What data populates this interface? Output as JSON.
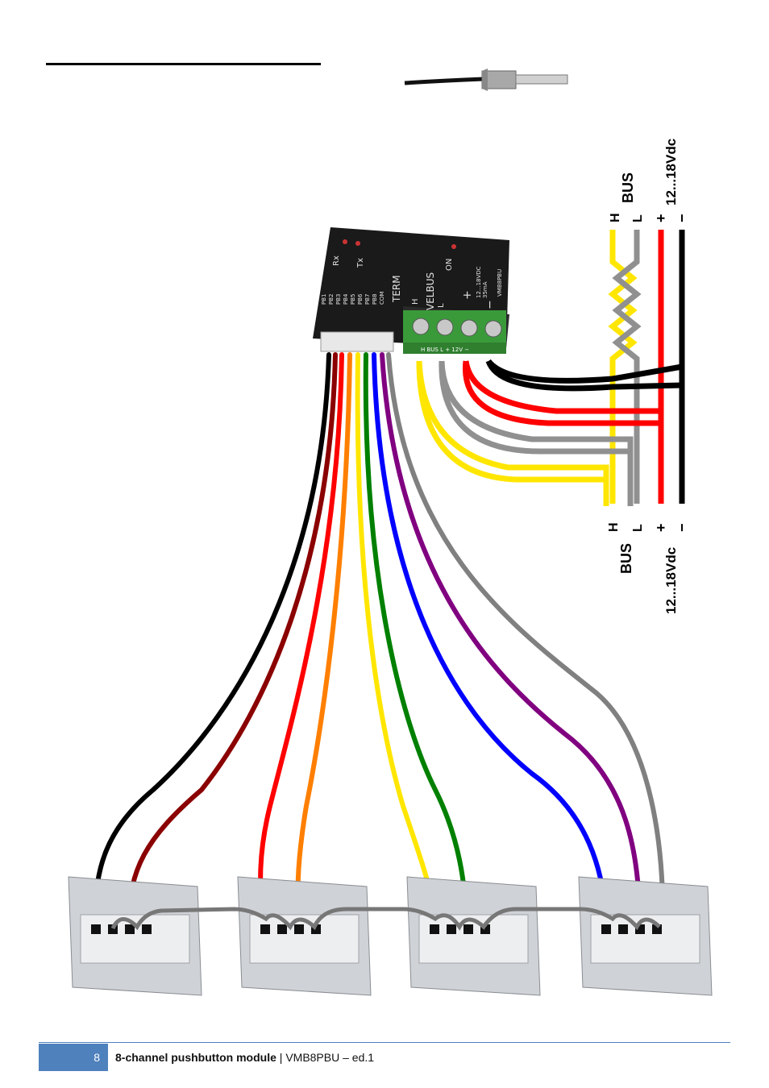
{
  "footer": {
    "page_number": "8",
    "doc_title": "8-channel pushbutton module",
    "separator": "|",
    "doc_ref": "VMB8PBU – ed.1"
  },
  "module": {
    "rx": "Rx",
    "tx": "Tx",
    "on": "ON",
    "term": "TERM",
    "velbus": "VELBUS",
    "h": "H",
    "l": "L",
    "plus": "+",
    "minus": "−",
    "voltage": "12...18VDC",
    "current": "35mA",
    "model": "VMB8PBU",
    "pb_labels": [
      "PB1",
      "PB2",
      "PB3",
      "PB4",
      "PB5",
      "PB6",
      "PB7",
      "PB8",
      "COM"
    ],
    "terminal_strip": "H BUS L  + 12V −"
  },
  "labels_top": {
    "h": "H",
    "l": "L",
    "bus": "BUS",
    "plus": "+",
    "minus": "−",
    "supply": "12...18Vdc"
  },
  "labels_bottom": {
    "h": "H",
    "l": "L",
    "bus": "BUS",
    "plus": "+",
    "minus": "−",
    "supply": "12...18Vdc"
  },
  "colors": {
    "accent": "#4f81bd",
    "black": "#000000",
    "darkred": "#8b0000",
    "red": "#ff0000",
    "orange": "#ff7f00",
    "yellow": "#ffe600",
    "green": "#008000",
    "blue": "#0000ff",
    "purple": "#800080",
    "gray": "#808080"
  }
}
